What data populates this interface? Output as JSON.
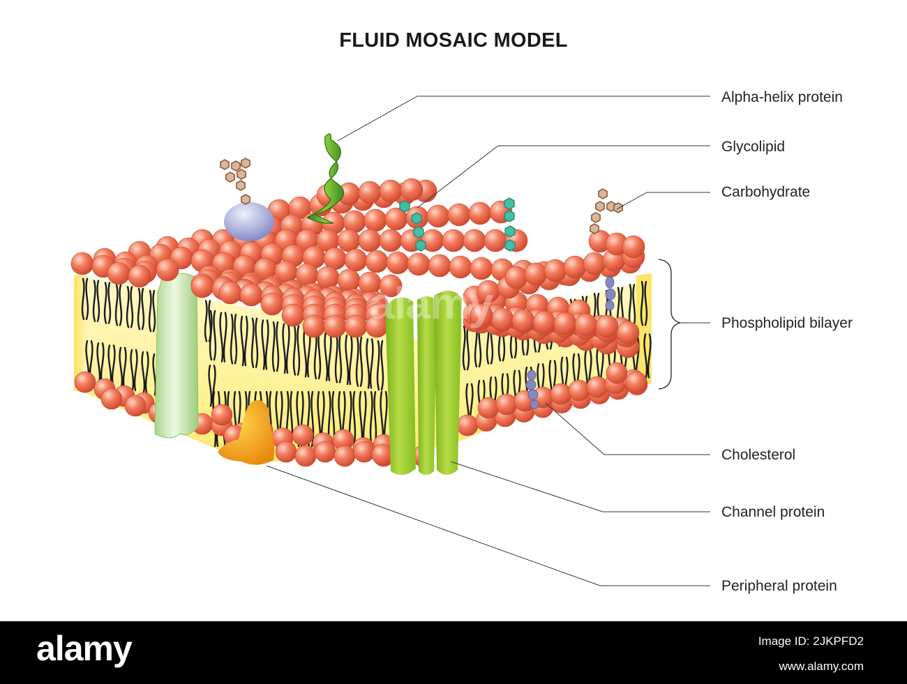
{
  "title": "FLUID MOSAIC MODEL",
  "labels": {
    "alpha_helix": "Alpha-helix protein",
    "glycolipid": "Glycolipid",
    "carbohydrate": "Carbohydrate",
    "phospholipid_bilayer": "Phospholipid bilayer",
    "cholesterol": "Cholesterol",
    "channel_protein": "Channel protein",
    "peripheral_protein": "Peripheral protein"
  },
  "watermark": "alamy",
  "footer": {
    "brand": "alamy",
    "image_id": "Image ID: 2JKPFD2",
    "site": "www.alamy.com"
  },
  "colors": {
    "phosphate_head": "#f07a5c",
    "tail": "#1a1a1a",
    "bilayer_core": "#fff6b0",
    "channel_protein": "#9ccc2c",
    "integral_protein": "#cde9b5",
    "peripheral_protein": "#f2a820",
    "alpha_helix": "#4f9a2c",
    "glycolipid": "#45bfa6",
    "carbohydrate": "#9c6a48",
    "cholesterol": "#7f84b8",
    "glycoprotein": "#9fa6d4"
  }
}
